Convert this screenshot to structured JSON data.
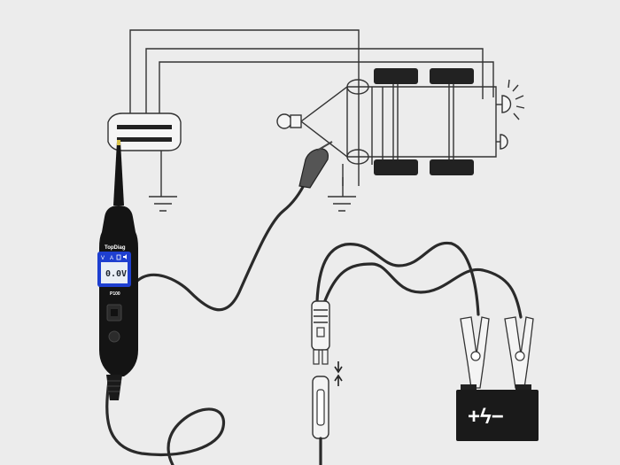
{
  "diagram": {
    "tester": {
      "brand": "TopDiag",
      "model": "P100",
      "reading": "0.0V",
      "screen_icons": [
        "V",
        "A",
        "battery",
        "speaker"
      ]
    },
    "battery": {
      "terminals": "+ϟ−"
    },
    "icons": [
      "obd-connector-icon",
      "ground-symbol-icon",
      "headlight-icon",
      "horn-icon",
      "battery-icon",
      "alligator-clip-icon"
    ],
    "colors": {
      "background": "#ececec",
      "line": "#333333",
      "cable": "#2a2a2a",
      "device_body": "#141414",
      "screen": "#1e3fd0",
      "lcd": "#e9eef5"
    }
  }
}
